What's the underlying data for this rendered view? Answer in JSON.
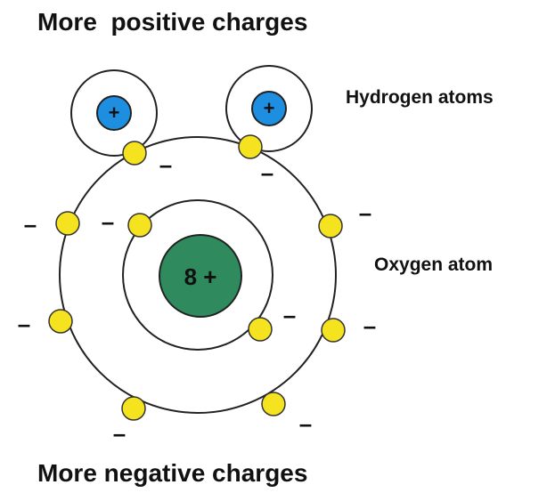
{
  "title_top": "More  positive charges",
  "title_bottom": "More negative charges",
  "hydrogen_label": "Hydrogen atoms",
  "oxygen_label": "Oxygen atom",
  "oxygen_nucleus_text": "8 +",
  "hydrogen_nucleus_text": "+",
  "negative_sign": "–",
  "colors": {
    "oxygen_nucleus": "#2f8a5e",
    "hydrogen_nucleus": "#1e8fe0",
    "electron": "#f6e31f",
    "outline": "#222222"
  }
}
